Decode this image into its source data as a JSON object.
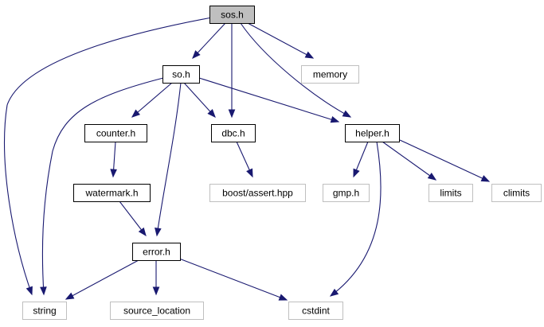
{
  "colors": {
    "edge": "#191970",
    "box_border": "#000000",
    "external_border": "#bfbfbf",
    "root_fill": "#bfbfbf",
    "node_fill": "#ffffff",
    "text": "#000000"
  },
  "nodes": [
    {
      "id": "sos",
      "label": "sos.h",
      "kind": "root"
    },
    {
      "id": "so",
      "label": "so.h",
      "kind": "file"
    },
    {
      "id": "memory",
      "label": "memory",
      "kind": "external"
    },
    {
      "id": "counter",
      "label": "counter.h",
      "kind": "file"
    },
    {
      "id": "dbc",
      "label": "dbc.h",
      "kind": "file"
    },
    {
      "id": "helper",
      "label": "helper.h",
      "kind": "file"
    },
    {
      "id": "watermark",
      "label": "watermark.h",
      "kind": "file"
    },
    {
      "id": "boost_assert",
      "label": "boost/assert.hpp",
      "kind": "external"
    },
    {
      "id": "gmp",
      "label": "gmp.h",
      "kind": "external"
    },
    {
      "id": "limits",
      "label": "limits",
      "kind": "external"
    },
    {
      "id": "climits",
      "label": "climits",
      "kind": "external"
    },
    {
      "id": "error",
      "label": "error.h",
      "kind": "file"
    },
    {
      "id": "string",
      "label": "string",
      "kind": "external"
    },
    {
      "id": "source_location",
      "label": "source_location",
      "kind": "external"
    },
    {
      "id": "cstdint",
      "label": "cstdint",
      "kind": "external"
    }
  ],
  "edges": [
    {
      "from": "sos",
      "to": "so"
    },
    {
      "from": "sos",
      "to": "string"
    },
    {
      "from": "sos",
      "to": "dbc"
    },
    {
      "from": "sos",
      "to": "helper"
    },
    {
      "from": "sos",
      "to": "memory"
    },
    {
      "from": "so",
      "to": "string"
    },
    {
      "from": "so",
      "to": "counter"
    },
    {
      "from": "so",
      "to": "dbc"
    },
    {
      "from": "so",
      "to": "helper"
    },
    {
      "from": "so",
      "to": "error"
    },
    {
      "from": "counter",
      "to": "watermark"
    },
    {
      "from": "watermark",
      "to": "error"
    },
    {
      "from": "dbc",
      "to": "boost_assert"
    },
    {
      "from": "helper",
      "to": "gmp"
    },
    {
      "from": "helper",
      "to": "limits"
    },
    {
      "from": "helper",
      "to": "climits"
    },
    {
      "from": "helper",
      "to": "cstdint"
    },
    {
      "from": "error",
      "to": "string"
    },
    {
      "from": "error",
      "to": "source_location"
    },
    {
      "from": "error",
      "to": "cstdint"
    }
  ]
}
